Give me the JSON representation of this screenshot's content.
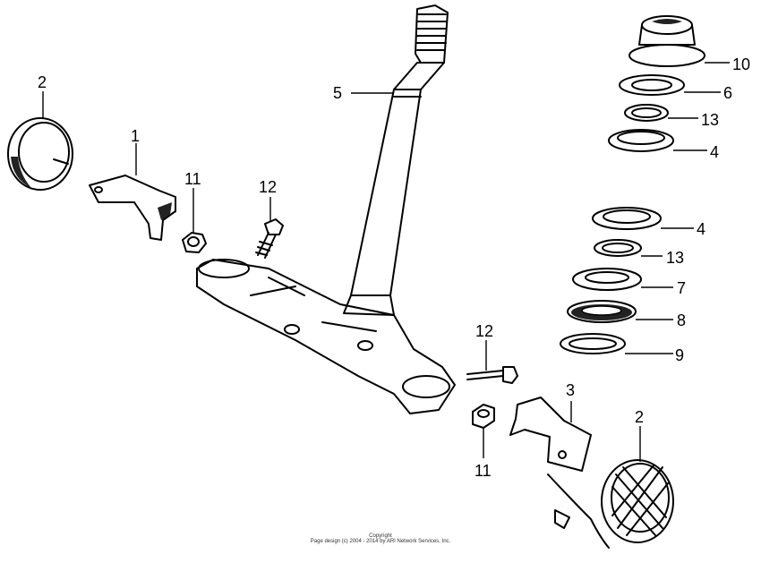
{
  "callouts": {
    "c1": "1",
    "c2a": "2",
    "c2b": "2",
    "c3": "3",
    "c4a": "4",
    "c4b": "4",
    "c5": "5",
    "c6": "6",
    "c7": "7",
    "c8": "8",
    "c9": "9",
    "c10": "10",
    "c11a": "11",
    "c11b": "11",
    "c12a": "12",
    "c12b": "12",
    "c13a": "13",
    "c13b": "13"
  },
  "footer": {
    "title": "Copyright",
    "line": "Page design (c) 2004 - 2014 by ARI Network Services, Inc."
  }
}
